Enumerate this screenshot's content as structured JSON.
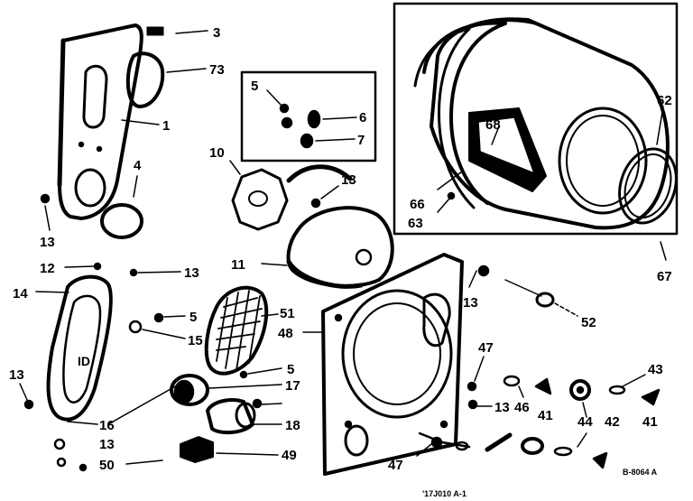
{
  "diagram": {
    "callouts": {
      "c3": "3",
      "c73": "73",
      "c1": "1",
      "c4": "4",
      "c13a": "13",
      "c5a": "5",
      "c6": "6",
      "c7": "7",
      "c10": "10",
      "c13b": "13",
      "c11": "11",
      "c68": "68",
      "c62": "62",
      "c66": "66",
      "c63": "63",
      "c67": "67",
      "c12": "12",
      "c13c": "13",
      "c14": "14",
      "c5b": "5",
      "c15": "15",
      "c51": "51",
      "c48": "48",
      "c13d": "13",
      "c52": "52",
      "c13e": "13",
      "c5c": "5",
      "c17": "17",
      "c47a": "47",
      "c13f": "13",
      "c46": "46",
      "c41a": "41",
      "c44": "44",
      "c43": "43",
      "c42": "42",
      "c41b": "41",
      "c18": "18",
      "c16": "16",
      "c13g": "13",
      "c50": "50",
      "c49": "49",
      "c47b": "47"
    },
    "drawing_code": "B-8064 A",
    "model_caption": "'17J010 A-1"
  },
  "colors": {
    "ink": "#000000",
    "paper": "#ffffff"
  }
}
